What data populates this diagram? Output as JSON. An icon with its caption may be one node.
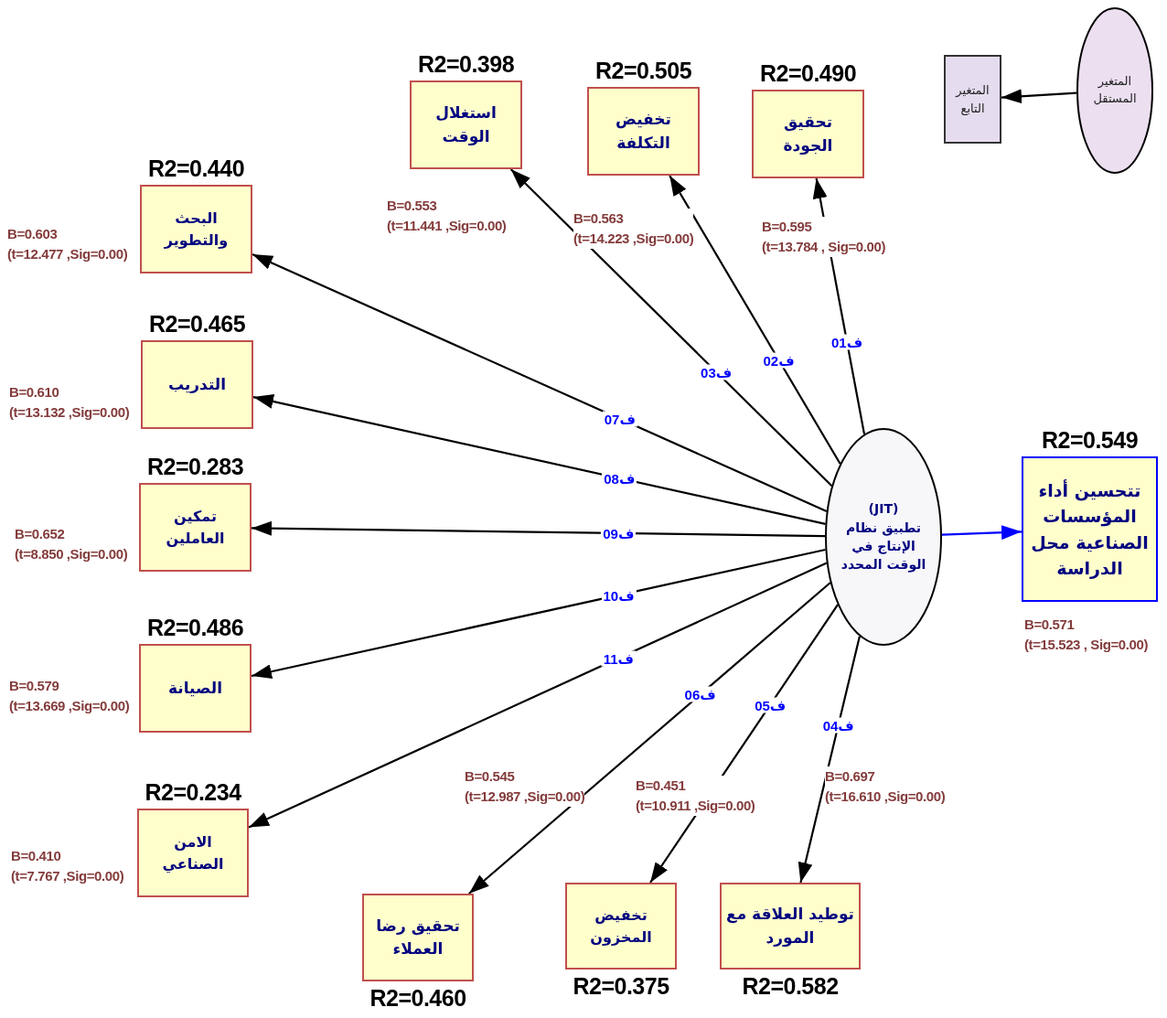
{
  "diagram": {
    "nodes": [
      {
        "text": [
          "R2=0.398",
          "استغلال الوقت"
        ],
        "beside": [
          "B=0.553 (t=11.441 ,Sig=0.00)"
        ]
      },
      {
        "text": [
          "R2=0.505",
          "تخفيض التكلفة"
        ],
        "beside": [
          "B=0.563 (t=14.223 ,Sig=0.00)"
        ]
      },
      {
        "text": [
          "R2=0.490",
          "تحقيق الجودة"
        ],
        "beside": [
          "B=0.595 (t=13.784 , Sig=0.00)"
        ]
      },
      {
        "text": [
          "المتغير التابع"
        ]
      },
      {
        "text": [
          "المتغير المستقل"
        ]
      },
      {
        "text": [
          "R2=0.440",
          "البحث والتطوير"
        ],
        "beside": [
          "B=0.603 (t=12.477 ,Sig=0.00)"
        ]
      },
      {
        "text": [
          "R2=0.465",
          "التدريب"
        ],
        "beside": [
          "B=0.610 (t=13.132 ,Sig=0.00)"
        ]
      },
      {
        "text": [
          "R2=0.283",
          "تمكين العاملين"
        ],
        "beside": [
          "B=0.652 (t=8.850 ,Sig=0.00)"
        ]
      },
      {
        "text": [
          "(JIT)",
          "تطبيق نظام الإنتاج في الوقت المحدد"
        ]
      },
      {
        "text": [
          "R2=0.549",
          "تتحسين أداء المؤسسات الصناعية محل الدراسة"
        ],
        "beside": [
          "B=0.571 (t=15.523 , Sig=0.00)"
        ]
      },
      {
        "text": [
          "R2=0.486",
          "الصيانة"
        ],
        "beside": [
          "B=0.579 (t=13.669 ,Sig=0.00)"
        ]
      },
      {
        "text": [
          "R2=0.234",
          "الامن الصناعي"
        ],
        "beside": [
          "B=0.410 (t=7.767 ,Sig=0.00)"
        ]
      },
      {
        "text": [
          "تحقيق رضا العملاء",
          "R2=0.460"
        ]
      },
      {
        "text": [
          "تخفيض المخزون",
          "R2=0.375"
        ]
      },
      {
        "text": [
          "توطيد العلاقة مع المورد",
          "R2=0.582"
        ]
      }
    ],
    "labels": [
      "B=0.545 (t=12.987 ,Sig=0.00)",
      "B=0.451 (t=10.911 ,Sig=0.00)",
      "B=0.697 (t=16.610 ,Sig=0.00)"
    ],
    "edges": [
      {
        "from": 8,
        "to": 2,
        "arrow": "to",
        "label": "ف01"
      },
      {
        "from": 8,
        "to": 1,
        "arrow": "to",
        "label": "ف02"
      },
      {
        "from": 8,
        "to": 0,
        "arrow": "to",
        "label": "ف03"
      },
      {
        "from": 8,
        "to": 14,
        "arrow": "to",
        "label": "ف04"
      },
      {
        "from": 8,
        "to": 13,
        "arrow": "to",
        "label": "ف05"
      },
      {
        "from": 8,
        "to": 12,
        "arrow": "to",
        "label": "ف06"
      },
      {
        "from": 8,
        "to": 5,
        "arrow": "to",
        "label": "ف07"
      },
      {
        "from": 8,
        "to": 6,
        "arrow": "to",
        "label": "ف08"
      },
      {
        "from": 8,
        "to": 7,
        "arrow": "to",
        "label": "ف09"
      },
      {
        "from": 8,
        "to": 10,
        "arrow": "to",
        "label": "ف10"
      },
      {
        "from": 8,
        "to": 11,
        "arrow": "to",
        "label": "ف11"
      },
      {
        "from": 8,
        "to": 9,
        "arrow": "to",
        "color": "#0000ff"
      },
      {
        "from": 4,
        "to": 3,
        "arrow": "to"
      }
    ]
  }
}
